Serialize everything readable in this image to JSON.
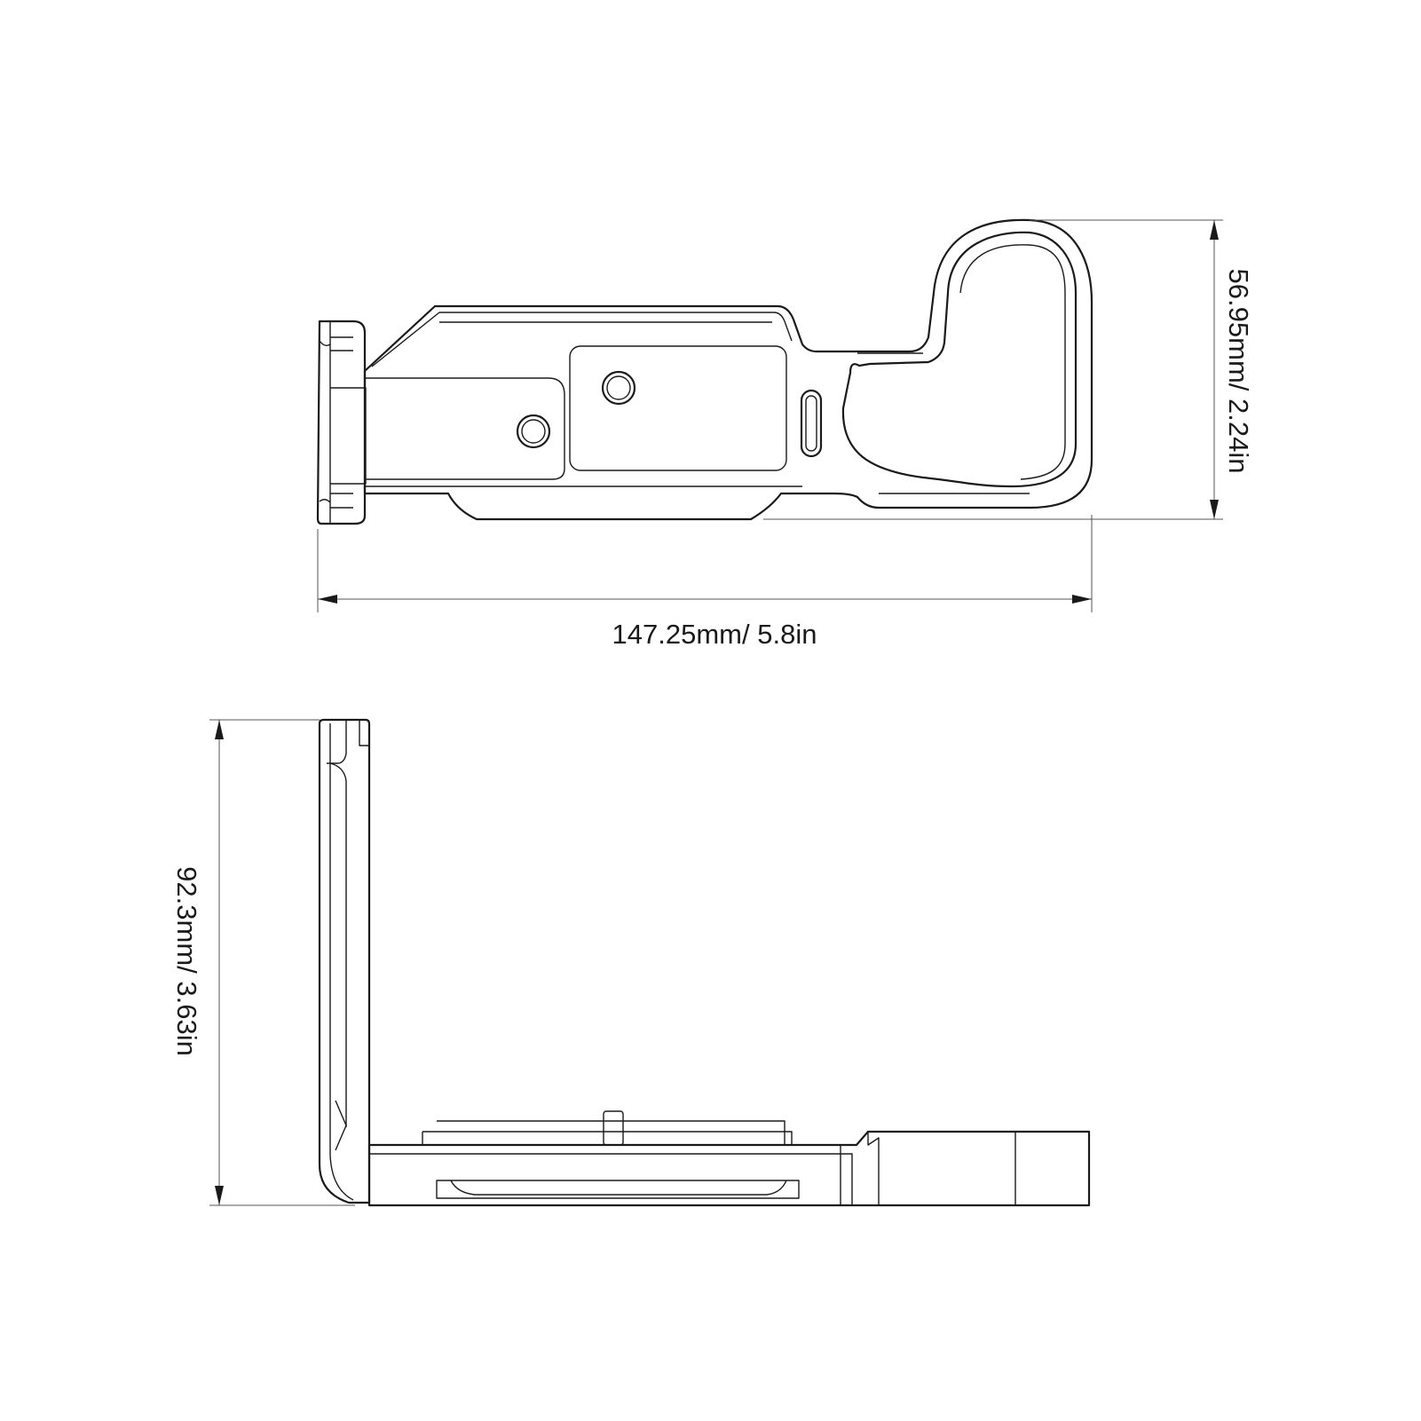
{
  "dimensions": {
    "width_label": "147.25mm/ 5.8in",
    "height_label": "56.95mm/ 2.24in",
    "side_height_label": "92.3mm/ 3.63in"
  }
}
